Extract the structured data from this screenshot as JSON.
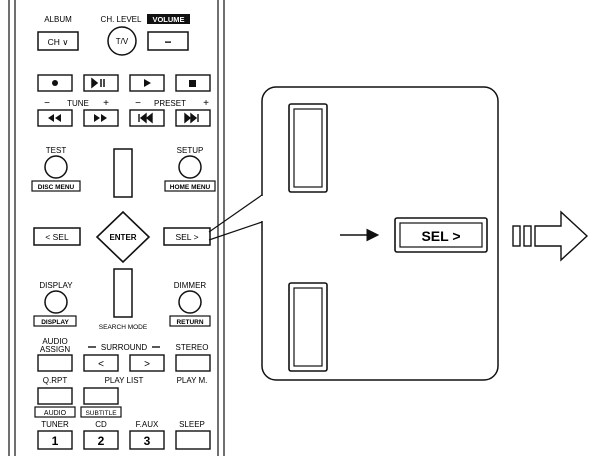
{
  "remote": {
    "row0": {
      "album": "ALBUM",
      "ch_level": "CH. LEVEL",
      "volume": "VOLUME",
      "ch_down": "CH ∨",
      "tv": "T/V",
      "vol_minus": "−"
    },
    "transport": {
      "tune": "TUNE",
      "preset": "PRESET",
      "minus": "−",
      "plus": "+"
    },
    "test": "TEST",
    "setup": "SETUP",
    "disc_menu": "DISC MENU",
    "home_menu": "HOME MENU",
    "sel_left": "< SEL",
    "enter": "ENTER",
    "sel_right": "SEL >",
    "display": "DISPLAY",
    "display_badge": "DISPLAY",
    "dimmer": "DIMMER",
    "return_badge": "RETURN",
    "search_mode": "SEARCH MODE",
    "audio_assign_1": "AUDIO",
    "audio_assign_2": "ASSIGN",
    "surround": "SURROUND",
    "surr_left": "<",
    "surr_right": ">",
    "stereo": "STEREO",
    "q_rpt": "Q.RPT",
    "play_list": "PLAY LIST",
    "play_m": "PLAY M.",
    "audio_badge": "AUDIO",
    "subtitle_badge": "SUBTITLE",
    "tuner": "TUNER",
    "cd": "CD",
    "faux": "F.AUX",
    "sleep": "SLEEP",
    "num_1": "1",
    "num_2": "2",
    "num_3": "3"
  },
  "callout": {
    "sel_button": "SEL >"
  },
  "colors": {
    "ink": "#111111",
    "paper": "#ffffff",
    "badge_bg": "#111111",
    "badge_text": "#ffffff"
  }
}
